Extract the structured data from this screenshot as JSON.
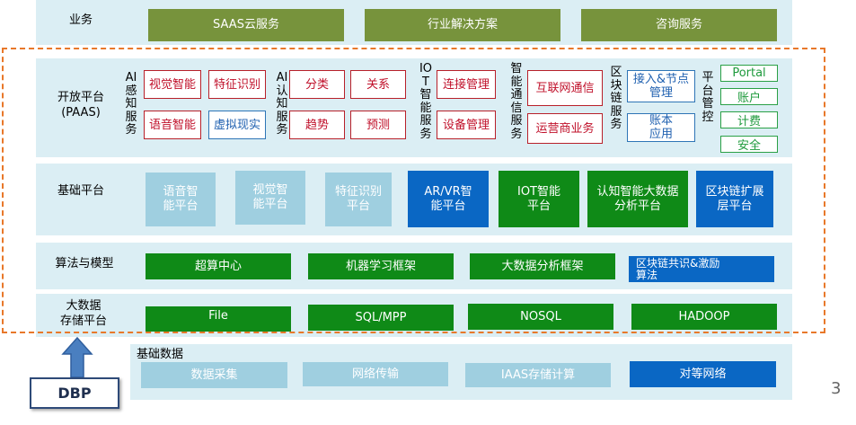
{
  "business": {
    "label": "业务",
    "items": [
      "SAAS云服务",
      "行业解决方案",
      "咨询服务"
    ]
  },
  "paas": {
    "label": "开放平台\n(PAAS)",
    "groups": [
      {
        "title": "AI感知服务",
        "items": [
          "视觉智能",
          "特征识别",
          "语音智能",
          "虚拟现实"
        ]
      },
      {
        "title": "AI认知服务",
        "items": [
          "分类",
          "关系",
          "趋势",
          "预测"
        ]
      },
      {
        "title": "IOT智能服务",
        "items": [
          "连接管理",
          "设备管理"
        ]
      },
      {
        "title": "智能通信服务",
        "items": [
          "互联网通信",
          "运营商业务"
        ]
      },
      {
        "title": "区块链服务",
        "items": [
          "接入&节点管理",
          "账本应用"
        ]
      },
      {
        "title": "平台管控",
        "items": [
          "Portal",
          "账户",
          "计费",
          "安全"
        ]
      }
    ]
  },
  "base_platform": {
    "label": "基础平台",
    "items": [
      "语音智能平台",
      "视觉智能平台",
      "特征识别平台",
      "AR/VR智能平台",
      "IOT智能平台",
      "认知智能大数据分析平台",
      "区块链扩展层平台"
    ]
  },
  "algorithms": {
    "label": "算法与模型",
    "items": [
      "超算中心",
      "机器学习框架",
      "大数据分析框架",
      "区块链共识&激励算法"
    ]
  },
  "storage": {
    "label": "大数据存储平台",
    "items": [
      "File",
      "SQL/MPP",
      "NOSQL",
      "HADOOP"
    ]
  },
  "base_data": {
    "label": "基础数据",
    "items": [
      "数据采集",
      "网络传输",
      "IAAS存储计算",
      "对等网络"
    ]
  },
  "dbp": {
    "label": "DBP"
  },
  "page_number": "3",
  "colors": {
    "olive": "#77933c",
    "green": "#0f8a17",
    "blue": "#0a67c4",
    "light_blue": "#9fcfe0",
    "row_bg": "#dbeef4",
    "dashed_border": "#e8782a",
    "red_border": "#b8202a"
  }
}
